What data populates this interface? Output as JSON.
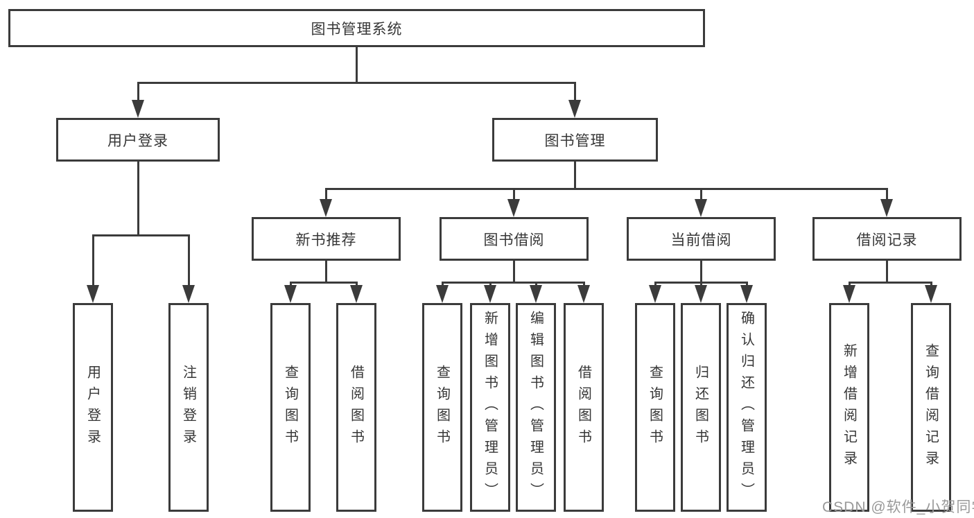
{
  "diagram": {
    "root": "图书管理系统",
    "level2": [
      "用户登录",
      "图书管理"
    ],
    "level3": [
      "新书推荐",
      "图书借阅",
      "当前借阅",
      "借阅记录"
    ],
    "leaves": {
      "user_login": [
        "用户登录",
        "注销登录"
      ],
      "new_book_rec": [
        "查询图书",
        "借阅图书"
      ],
      "book_borrow": [
        "查询图书",
        "新增图书（管理员）",
        "编辑图书（管理员）",
        "借阅图书"
      ],
      "current_borrow": [
        "查询图书",
        "归还图书",
        "确认归还（管理员）"
      ],
      "borrow_records": [
        "新增借阅记录",
        "查询借阅记录"
      ]
    },
    "colors": {
      "line": "#3b3b3b",
      "text": "#363636",
      "background": "#ffffff",
      "watermark_gray": "#999999"
    },
    "watermark": "CSDN @软件_小贺同学"
  }
}
